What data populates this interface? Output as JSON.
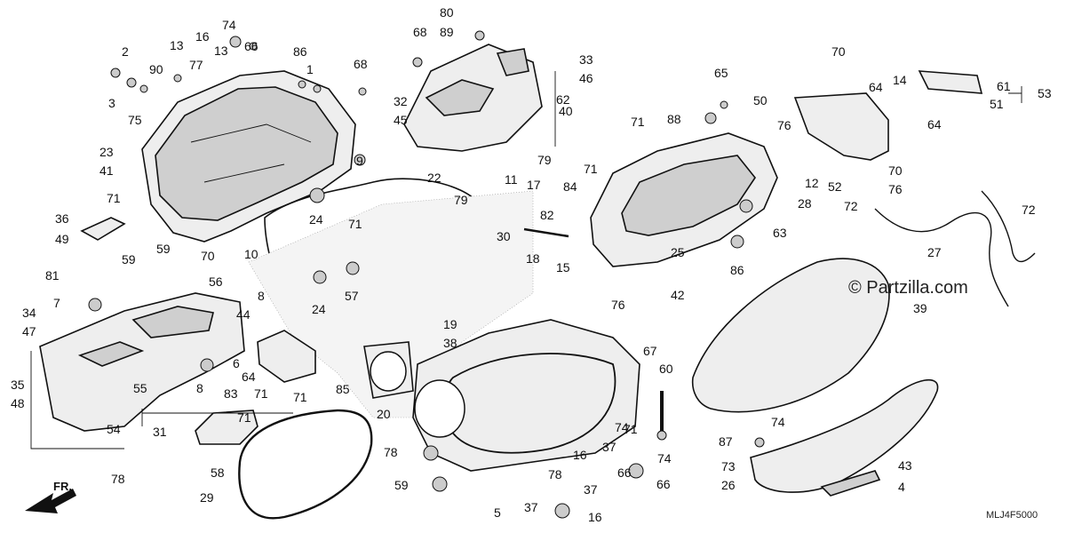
{
  "diagram": {
    "watermark": "© Partzilla.com",
    "code": "MLJ4F5000",
    "direction_label": "FR.",
    "callouts": [
      "80",
      "74",
      "89",
      "16",
      "66",
      "13",
      "68",
      "33",
      "46",
      "2",
      "86",
      "13",
      "90",
      "77",
      "68",
      "1",
      "62",
      "3",
      "75",
      "32",
      "45",
      "40",
      "71",
      "88",
      "65",
      "70",
      "50",
      "14",
      "61",
      "53",
      "51",
      "64",
      "64",
      "76",
      "70",
      "52",
      "12",
      "76",
      "72",
      "28",
      "72",
      "27",
      "39",
      "25",
      "42",
      "23",
      "41",
      "9",
      "24",
      "22",
      "11",
      "79",
      "71",
      "17",
      "84",
      "79",
      "82",
      "30",
      "18",
      "15",
      "63",
      "86",
      "36",
      "49",
      "71",
      "10",
      "71",
      "59",
      "70",
      "81",
      "59",
      "57",
      "24",
      "56",
      "8",
      "34",
      "47",
      "44",
      "7",
      "19",
      "38",
      "76",
      "67",
      "60",
      "35",
      "48",
      "55",
      "8",
      "83",
      "71",
      "71",
      "64",
      "6",
      "85",
      "20",
      "54",
      "31",
      "71",
      "78",
      "37",
      "71",
      "58",
      "78",
      "16",
      "66",
      "74",
      "29",
      "59",
      "78",
      "37",
      "66",
      "74",
      "87",
      "73",
      "26",
      "43",
      "4",
      "5",
      "37",
      "16",
      "74",
      "71"
    ]
  }
}
